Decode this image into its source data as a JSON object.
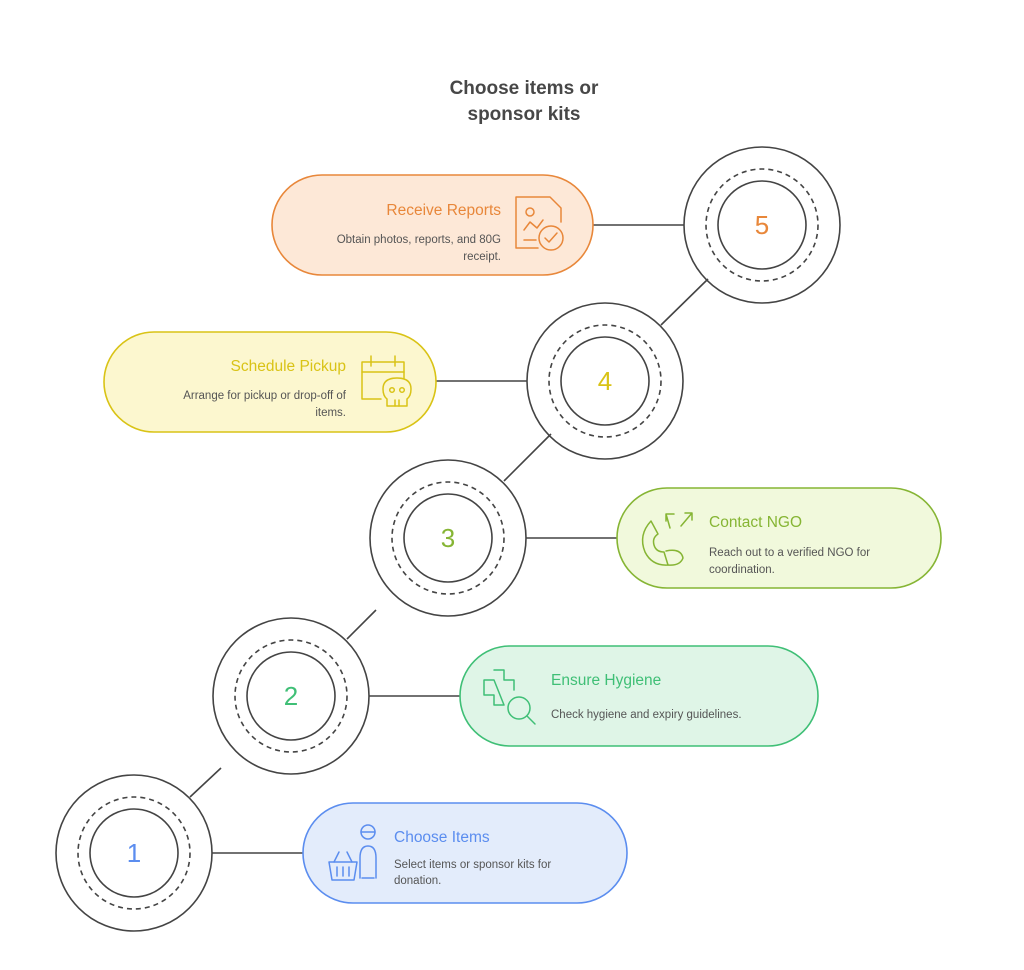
{
  "title": {
    "line1": "Choose items or",
    "line2": "sponsor kits"
  },
  "steps": [
    {
      "number": "1",
      "title": "Choose Items",
      "desc_line1": "Select items or sponsor kits for",
      "desc_line2": "donation.",
      "icon": "shopping-basket-person-icon",
      "color": "#5b8def",
      "fill": "#e3ecfb"
    },
    {
      "number": "2",
      "title": "Ensure Hygiene",
      "desc_line1": "Check hygiene and expiry guidelines.",
      "desc_line2": "",
      "icon": "medical-cross-search-icon",
      "color": "#3fbf76",
      "fill": "#dff5e7"
    },
    {
      "number": "3",
      "title": "Contact NGO",
      "desc_line1": "Reach out to a verified NGO for",
      "desc_line2": "coordination.",
      "icon": "phone-arrows-icon",
      "color": "#86b534",
      "fill": "#f1f9dc"
    },
    {
      "number": "4",
      "title": "Schedule Pickup",
      "desc_line1": "Arrange for pickup or drop-off of",
      "desc_line2": "items.",
      "icon": "calendar-skull-icon",
      "color": "#d9c316",
      "fill": "#fcf7cf"
    },
    {
      "number": "5",
      "title": "Receive Reports",
      "desc_line1": "Obtain photos, reports, and 80G",
      "desc_line2": "receipt.",
      "icon": "document-check-icon",
      "color": "#e8873a",
      "fill": "#fde8d7"
    }
  ]
}
